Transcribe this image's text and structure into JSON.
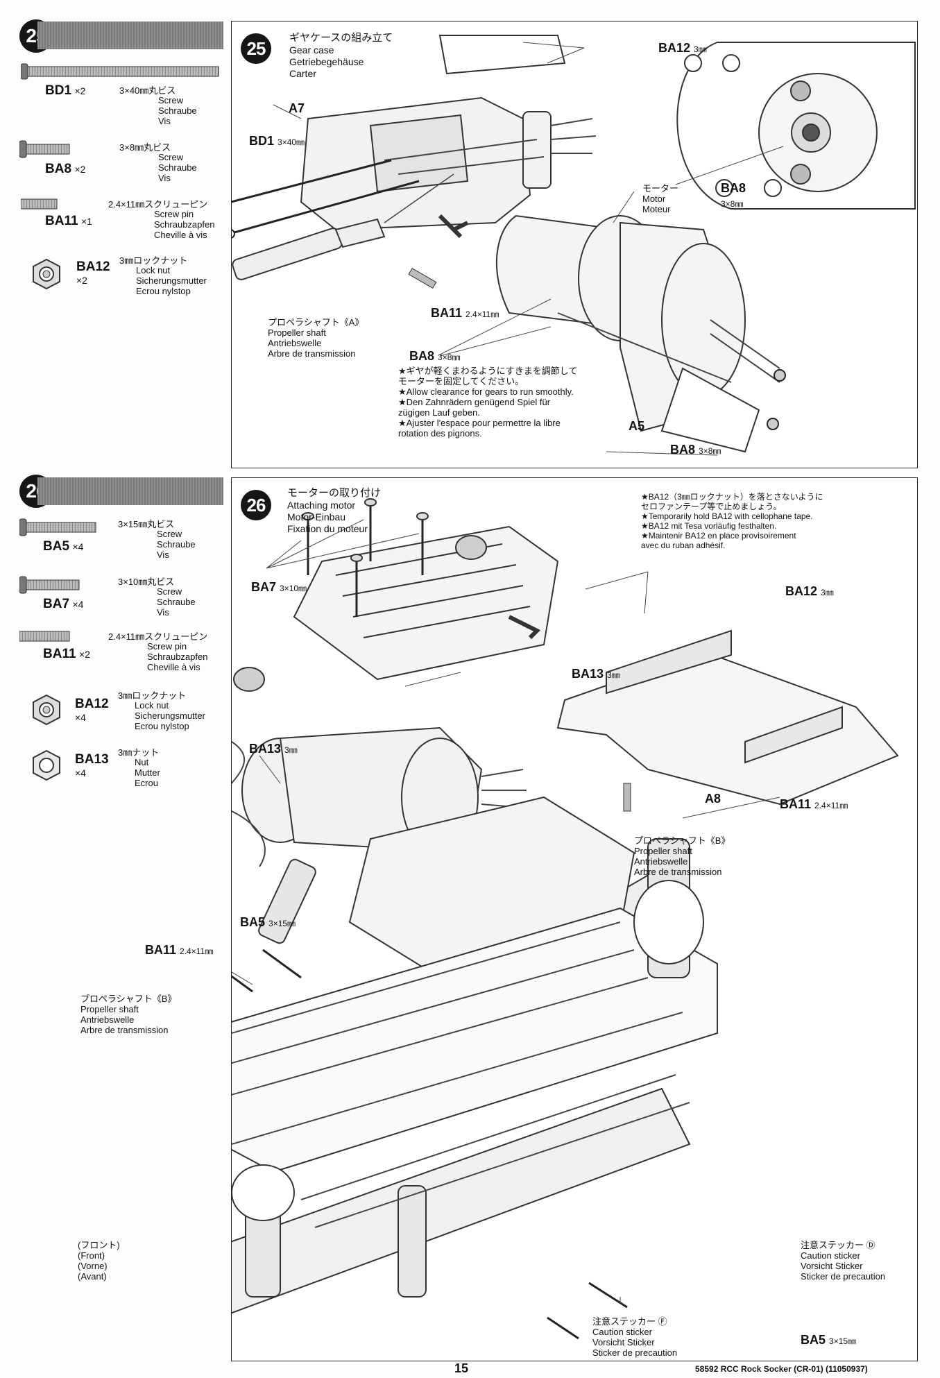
{
  "step25": {
    "number": "25",
    "parts": [
      {
        "code": "BD1",
        "qty": "×2",
        "jp": "3×40㎜丸ビス",
        "tr": [
          "Screw",
          "Schraube",
          "Vis"
        ],
        "icon": "long-screw-icon"
      },
      {
        "code": "BA8",
        "qty": "×2",
        "jp": "3×8㎜丸ビス",
        "tr": [
          "Screw",
          "Schraube",
          "Vis"
        ],
        "icon": "short-screw-icon"
      },
      {
        "code": "BA11",
        "qty": "×1",
        "jp": "2.4×11㎜スクリューピン",
        "tr": [
          "Screw pin",
          "Schraubzapfen",
          "Cheville à vis"
        ],
        "icon": "screw-pin-icon"
      },
      {
        "code": "BA12",
        "qty": "×2",
        "jp": "3㎜ロックナット",
        "tr": [
          "Lock nut",
          "Sicherungsmutter",
          "Ecrou nylstop"
        ],
        "icon": "lock-nut-icon"
      }
    ],
    "title_jp": "ギヤケースの組み立て",
    "title_tr": [
      "Gear case",
      "Getriebegehäuse",
      "Carter"
    ],
    "callouts": {
      "ba12_top": {
        "code": "BA12",
        "size": "3㎜"
      },
      "a7": {
        "code": "A7"
      },
      "bd1": {
        "code": "BD1",
        "size": "3×40㎜"
      },
      "motor": [
        "モーター",
        "Motor",
        "Moteur"
      ],
      "ba8_right": {
        "code": "BA8",
        "size": "3×8㎜"
      },
      "shaft_a": [
        "プロペラシャフト《A》",
        "Propeller shaft",
        "Antriebswelle",
        "Arbre de transmission"
      ],
      "ba11": {
        "code": "BA11",
        "size": "2.4×11㎜"
      },
      "ba8_mid": {
        "code": "BA8",
        "size": "3×8㎜"
      },
      "a5": {
        "code": "A5"
      },
      "ba8_bottom": {
        "code": "BA8",
        "size": "3×8㎜"
      }
    },
    "gear_note": [
      "★ギヤが軽くまわるようにすきまを調節して",
      "モーターを固定してください。",
      "★Allow clearance for gears to run smoothly.",
      "★Den Zahnrädern genügend Spiel für",
      "zügigen Lauf geben.",
      "★Ajuster l'espace pour permettre la libre",
      "rotation des pignons."
    ]
  },
  "step26": {
    "number": "26",
    "parts": [
      {
        "code": "BA5",
        "qty": "×4",
        "jp": "3×15㎜丸ビス",
        "tr": [
          "Screw",
          "Schraube",
          "Vis"
        ],
        "icon": "screw-icon"
      },
      {
        "code": "BA7",
        "qty": "×4",
        "jp": "3×10㎜丸ビス",
        "tr": [
          "Screw",
          "Schraube",
          "Vis"
        ],
        "icon": "screw-icon"
      },
      {
        "code": "BA11",
        "qty": "×2",
        "jp": "2.4×11㎜スクリューピン",
        "tr": [
          "Screw pin",
          "Schraubzapfen",
          "Cheville à vis"
        ],
        "icon": "screw-pin-icon"
      },
      {
        "code": "BA12",
        "qty": "×4",
        "jp": "3㎜ロックナット",
        "tr": [
          "Lock nut",
          "Sicherungsmutter",
          "Ecrou nylstop"
        ],
        "icon": "lock-nut-icon"
      },
      {
        "code": "BA13",
        "qty": "×4",
        "jp": "3㎜ナット",
        "tr": [
          "Nut",
          "Mutter",
          "Ecrou"
        ],
        "icon": "nut-icon"
      }
    ],
    "title_jp": "モーターの取り付け",
    "title_tr": [
      "Attaching motor",
      "Motor-Einbau",
      "Fixation du moteur"
    ],
    "tape_note": [
      "★BA12（3㎜ロックナット）を落とさないように",
      "セロファンテープ等で止めましょう。",
      "★Temporarily hold BA12 with cellophane tape.",
      "★BA12 mit Tesa vorläufig festhalten.",
      "★Maintenir BA12 en place provisoirement",
      "avec du ruban adhésif."
    ],
    "callouts": {
      "ba7": {
        "code": "BA7",
        "size": "3×10㎜"
      },
      "ba12": {
        "code": "BA12",
        "size": "3㎜"
      },
      "ba13_right": {
        "code": "BA13",
        "size": "3㎜"
      },
      "ba13_left": {
        "code": "BA13",
        "size": "3㎜"
      },
      "a8": {
        "code": "A8"
      },
      "ba11_right": {
        "code": "BA11",
        "size": "2.4×11㎜"
      },
      "shaft_b_right": [
        "プロペラシャフト《B》",
        "Propeller shaft",
        "Antriebswelle",
        "Arbre de transmission"
      ],
      "ba5_top": {
        "code": "BA5",
        "size": "3×15㎜"
      },
      "ba11_left": {
        "code": "BA11",
        "size": "2.4×11㎜"
      },
      "shaft_b_left": [
        "プロペラシャフト《B》",
        "Propeller shaft",
        "Antriebswelle",
        "Arbre de transmission"
      ],
      "front": [
        "(フロント)",
        "(Front)",
        "(Vorne)",
        "(Avant)"
      ],
      "sticker_d": [
        "注意ステッカー Ⓓ",
        "Caution sticker",
        "Vorsicht Sticker",
        "Sticker de precaution"
      ],
      "sticker_f": [
        "注意ステッカー Ⓕ",
        "Caution sticker",
        "Vorsicht Sticker",
        "Sticker de precaution"
      ],
      "ba5_bottom": {
        "code": "BA5",
        "size": "3×15㎜"
      }
    }
  },
  "footer": {
    "page_number": "15",
    "product": "58592 RCC Rock Socker (CR-01) (11050937)"
  }
}
